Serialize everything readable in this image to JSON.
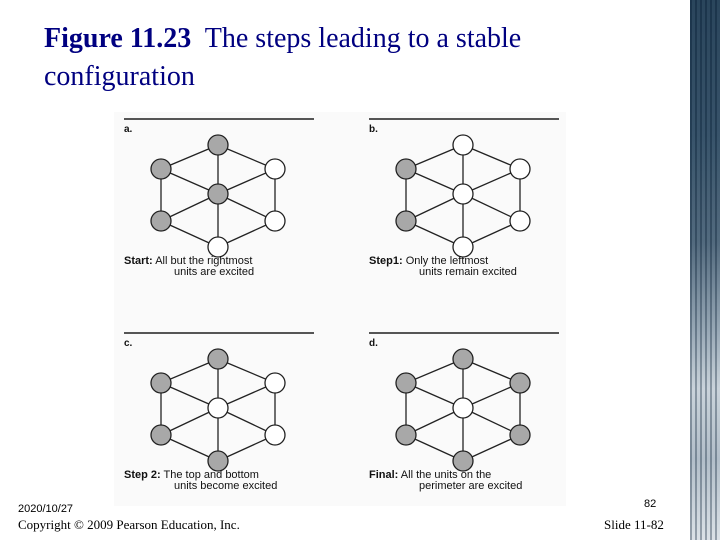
{
  "title": {
    "figure_label": "Figure 11.23",
    "text": "The steps leading to a stable configuration"
  },
  "colors": {
    "excited_fill": "#a8a8a8",
    "unexcited_fill": "#ffffff",
    "title_color": "#000080"
  },
  "panels": [
    {
      "letter": "a.",
      "caption_bold": "Start:",
      "caption_rest": "All but the rightmost",
      "caption_line2": "units are excited",
      "excited": [
        true,
        true,
        false,
        true,
        false,
        true,
        false
      ]
    },
    {
      "letter": "b.",
      "caption_bold": "Step1:",
      "caption_rest": "Only the leftmost",
      "caption_line2": "units remain excited",
      "excited": [
        false,
        true,
        false,
        false,
        false,
        true,
        false
      ]
    },
    {
      "letter": "c.",
      "caption_bold": "Step 2:",
      "caption_rest": "The top and bottom",
      "caption_line2": "units become excited",
      "excited": [
        true,
        true,
        false,
        false,
        false,
        true,
        true
      ]
    },
    {
      "letter": "d.",
      "caption_bold": "Final:",
      "caption_rest": "All the units on the",
      "caption_line2": "perimeter are excited",
      "excited": [
        true,
        true,
        true,
        false,
        true,
        true,
        true
      ]
    }
  ],
  "footer": {
    "date": "2020/10/27",
    "copyright": "Copyright © 2009 Pearson Education, Inc.",
    "page_number": "82",
    "slide_number": "Slide 11-82"
  }
}
